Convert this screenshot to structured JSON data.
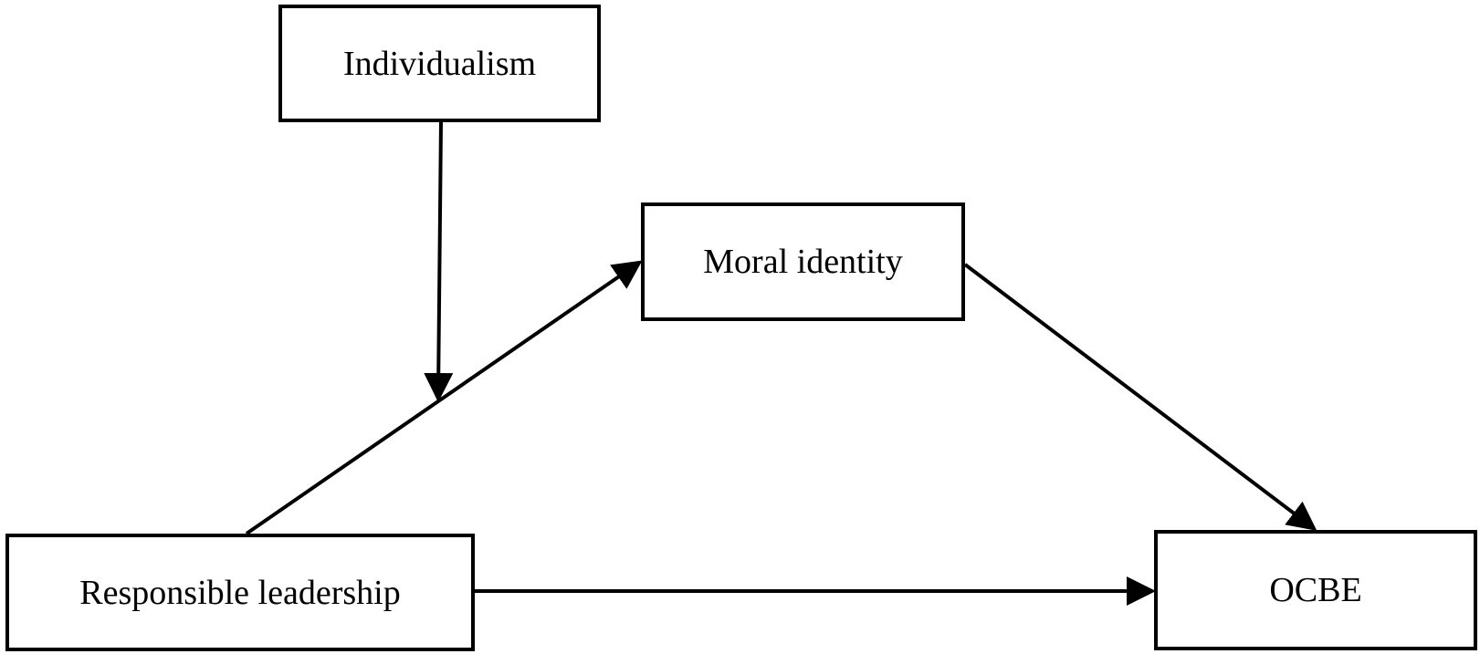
{
  "diagram": {
    "nodes": {
      "individualism": "Individualism",
      "moral_identity": "Moral identity",
      "responsible_leadership": "Responsible leadership",
      "ocbe": "OCBE"
    },
    "edges": [
      {
        "from": "responsible_leadership",
        "to": "moral_identity"
      },
      {
        "from": "moral_identity",
        "to": "ocbe"
      },
      {
        "from": "responsible_leadership",
        "to": "ocbe"
      },
      {
        "from": "individualism",
        "to": "responsible_leadership->moral_identity"
      }
    ],
    "colors": {
      "stroke": "#000000",
      "background": "#ffffff"
    }
  }
}
